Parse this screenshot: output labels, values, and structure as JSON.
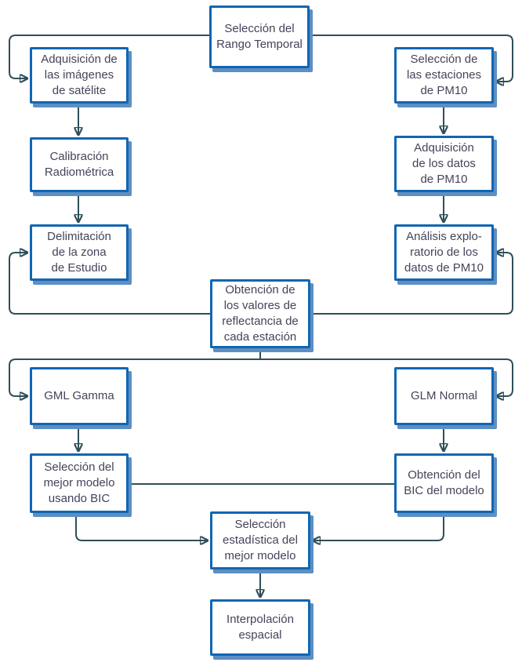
{
  "diagram": {
    "background": "#ffffff",
    "colors": {
      "box_border": "#1166b3",
      "box_fill": "#ffffff",
      "box_shadow": "#5d8fc3",
      "text": "#43445a",
      "connector": "#2f4f58"
    },
    "nodes": {
      "rango_temporal": {
        "label": "Selección del\nRango Temporal"
      },
      "adquisicion_imagenes": {
        "label": "Adquisición de\nlas imágenes\nde satélite"
      },
      "calibracion": {
        "label": "Calibración\nRadiométrica"
      },
      "delimitacion": {
        "label": "Delimitación\nde la zona\nde Estudio"
      },
      "seleccion_estaciones": {
        "label": "Selección de\nlas estaciones\nde PM10"
      },
      "adquisicion_datos": {
        "label": "Adquisición\nde los datos\nde PM10"
      },
      "analisis_exploratorio": {
        "label": "Análisis explo-\nratorio de los\ndatos de PM10"
      },
      "obtencion_reflectancia": {
        "label": "Obtención de\nlos valores de\nreflectancia de\ncada estación"
      },
      "gml_gamma": {
        "label": "GML Gamma"
      },
      "glm_normal": {
        "label": "GLM Normal"
      },
      "seleccion_mejor_modelo_bic": {
        "label": "Selección del\nmejor modelo\nusando BIC"
      },
      "obtencion_bic": {
        "label": "Obtención del\nBIC del modelo"
      },
      "seleccion_estadistica": {
        "label": "Selección\nestadística del\nmejor modelo"
      },
      "interpolacion": {
        "label": "Interpolación\nespacial"
      }
    },
    "edges": [
      {
        "from": "rango_temporal",
        "to": "adquisicion_imagenes",
        "arrow": true
      },
      {
        "from": "rango_temporal",
        "to": "seleccion_estaciones",
        "arrow": true
      },
      {
        "from": "adquisicion_imagenes",
        "to": "calibracion",
        "arrow": true
      },
      {
        "from": "calibracion",
        "to": "delimitacion",
        "arrow": true
      },
      {
        "from": "seleccion_estaciones",
        "to": "adquisicion_datos",
        "arrow": true
      },
      {
        "from": "adquisicion_datos",
        "to": "analisis_exploratorio",
        "arrow": true
      },
      {
        "from": "obtencion_reflectancia",
        "to": "delimitacion",
        "arrow": true
      },
      {
        "from": "obtencion_reflectancia",
        "to": "analisis_exploratorio",
        "arrow": true
      },
      {
        "from": "obtencion_reflectancia",
        "to": "gml_gamma",
        "arrow": true
      },
      {
        "from": "obtencion_reflectancia",
        "to": "glm_normal",
        "arrow": true
      },
      {
        "from": "gml_gamma",
        "to": "seleccion_mejor_modelo_bic",
        "arrow": true
      },
      {
        "from": "glm_normal",
        "to": "obtencion_bic",
        "arrow": true
      },
      {
        "from": "seleccion_mejor_modelo_bic",
        "to": "obtencion_bic",
        "arrow": false
      },
      {
        "from": "seleccion_mejor_modelo_bic",
        "to": "seleccion_estadistica",
        "arrow": true
      },
      {
        "from": "obtencion_bic",
        "to": "seleccion_estadistica",
        "arrow": true
      },
      {
        "from": "seleccion_estadistica",
        "to": "interpolacion",
        "arrow": true
      }
    ]
  }
}
